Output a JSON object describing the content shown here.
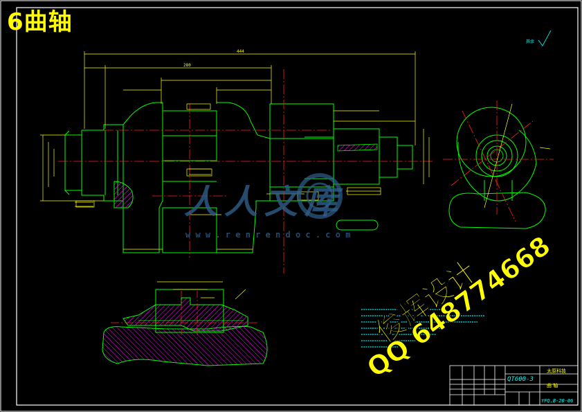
{
  "overlay_title": "6曲轴",
  "promo_text_1": "俊辉设计",
  "promo_text_2": "QQ 648774668",
  "watermark_brand": "人人文库",
  "watermark_url": "w w w . r e n r e n d o c . c o m",
  "surface_mark": "其余",
  "title_block": {
    "material": "QT600-3",
    "company": "太原科技",
    "part_name": "曲  轴",
    "drawing_no": "YFQ.B-20-06"
  },
  "dims": {
    "total_length": "444",
    "journal_length": "280"
  },
  "colors": {
    "outline": "#00ff00",
    "dimension": "#ffff00",
    "centerline": "#ff2020",
    "hatch": "#ff00ff",
    "text": "#00ffff",
    "frame": "#ffffff"
  }
}
